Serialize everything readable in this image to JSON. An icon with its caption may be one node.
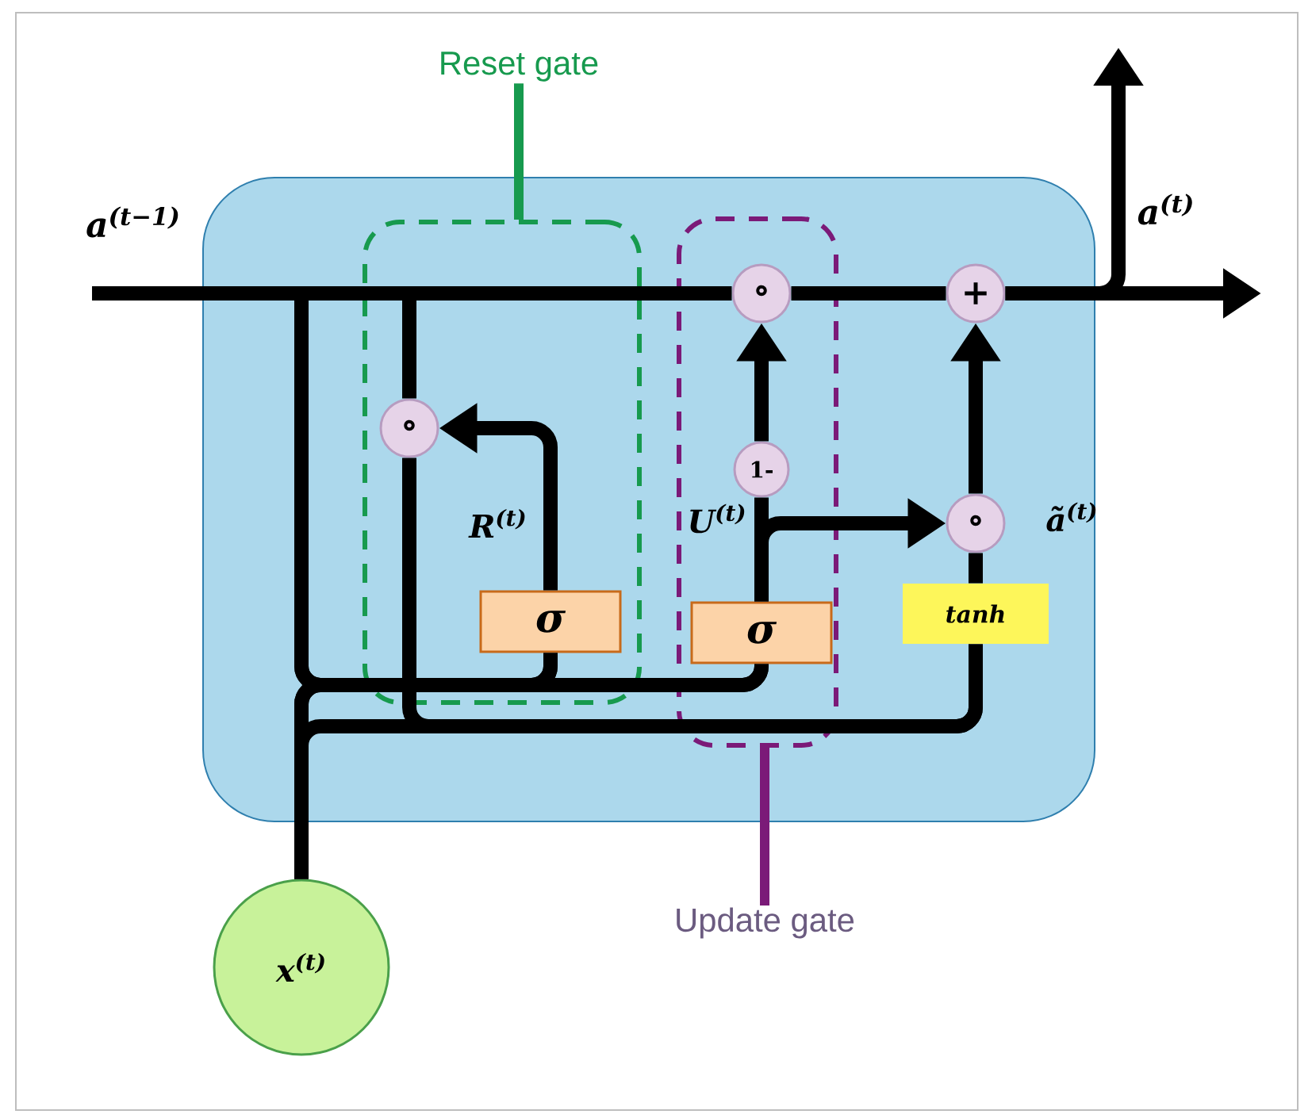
{
  "diagram": {
    "nodes": [
      {
        "text": [
          "Reset gate"
        ]
      },
      {
        "text": [],
        "shape": "box"
      },
      {
        "text": [],
        "shape": "box",
        "in": 1
      },
      {
        "text": [],
        "shape": "box",
        "in": 1
      },
      {
        "text": [
          "∘"
        ],
        "in": 3
      },
      {
        "text": [
          "+"
        ],
        "in": 1
      },
      {
        "text": [
          "∘"
        ],
        "in": 2
      },
      {
        "text": [
          "1-"
        ],
        "in": 3
      },
      {
        "text": [
          "∘"
        ],
        "in": 1,
        "beside": [
          "ã$^{(t)}$"
        ]
      },
      {
        "text": [
          "σ"
        ],
        "in": 2
      },
      {
        "text": [
          "σ"
        ],
        "in": 3
      },
      {
        "text": [
          "tanh"
        ],
        "in": 1
      },
      {
        "text": [
          "Update gate"
        ]
      },
      {
        "text": [
          "x$^{(t)}$"
        ]
      }
    ],
    "edges": [
      {
        "from": null,
        "to": 4,
        "arrow": "none"
      },
      {
        "from": 4,
        "to": 5,
        "arrow": "none"
      },
      {
        "from": 5,
        "to": null,
        "arrow": "to"
      },
      {
        "from": 5,
        "to": null,
        "arrow": "to"
      },
      {
        "from": null,
        "to": 6,
        "arrow": "none"
      },
      {
        "from": null,
        "to": 9,
        "arrow": "none"
      },
      {
        "from": null,
        "to": 10,
        "arrow": "none"
      },
      {
        "from": 13,
        "to": 9,
        "arrow": "none"
      },
      {
        "from": 13,
        "to": 10,
        "arrow": "none"
      },
      {
        "from": 13,
        "to": 11,
        "arrow": "none"
      },
      {
        "from": 6,
        "to": 11,
        "arrow": "none"
      },
      {
        "from": 9,
        "to": 6,
        "arrow": "to",
        "label": "R$^{(t)}$"
      },
      {
        "from": 10,
        "to": 7,
        "arrow": "none",
        "label": "U$^{(t)}$"
      },
      {
        "from": 10,
        "to": 8,
        "arrow": "to"
      },
      {
        "from": 7,
        "to": 4,
        "arrow": "to"
      },
      {
        "from": 11,
        "to": 8,
        "arrow": "none"
      },
      {
        "from": 8,
        "to": 5,
        "arrow": "to"
      },
      {
        "from": 0,
        "to": 2,
        "arrow": "none",
        "color": "#179a4e"
      },
      {
        "from": 12,
        "to": 3,
        "arrow": "none",
        "color": "#7b1a78"
      }
    ],
    "labels": [
      "a$^{(t−1)}$",
      "a$^{(t)}$"
    ]
  }
}
